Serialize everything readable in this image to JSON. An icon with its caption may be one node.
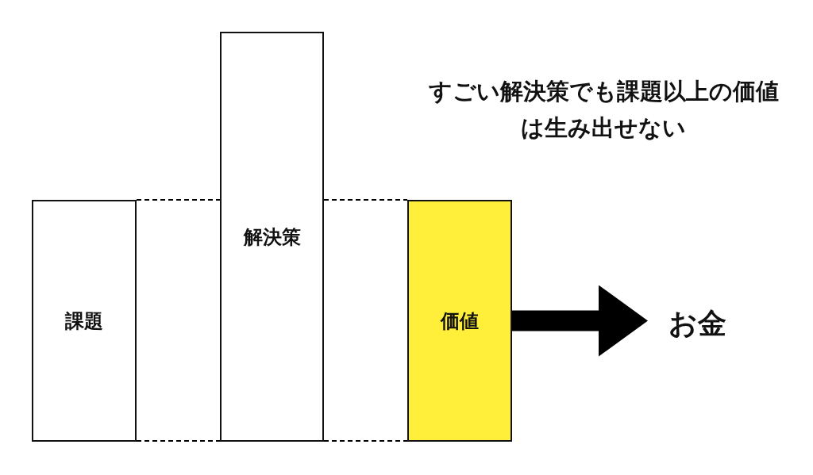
{
  "diagram": {
    "nodes": [
      {
        "text": [
          "課題"
        ]
      },
      {
        "text": [
          "解決策"
        ]
      },
      {
        "text": [
          "価値"
        ]
      },
      {
        "text": [
          "お金"
        ]
      }
    ],
    "edges": [
      {
        "from": 0,
        "to": 1,
        "arrow": "none",
        "style": "dashed"
      },
      {
        "from": 0,
        "to": 1,
        "arrow": "none",
        "style": "dashed"
      },
      {
        "from": 1,
        "to": 2,
        "arrow": "none",
        "style": "dashed"
      },
      {
        "from": 1,
        "to": 2,
        "arrow": "none",
        "style": "dashed"
      },
      {
        "from": 2,
        "to": 3,
        "arrow": "to",
        "style": "thick"
      }
    ],
    "labels": [
      "すごい解決策でも課題以上の価値は生み出せない"
    ]
  }
}
